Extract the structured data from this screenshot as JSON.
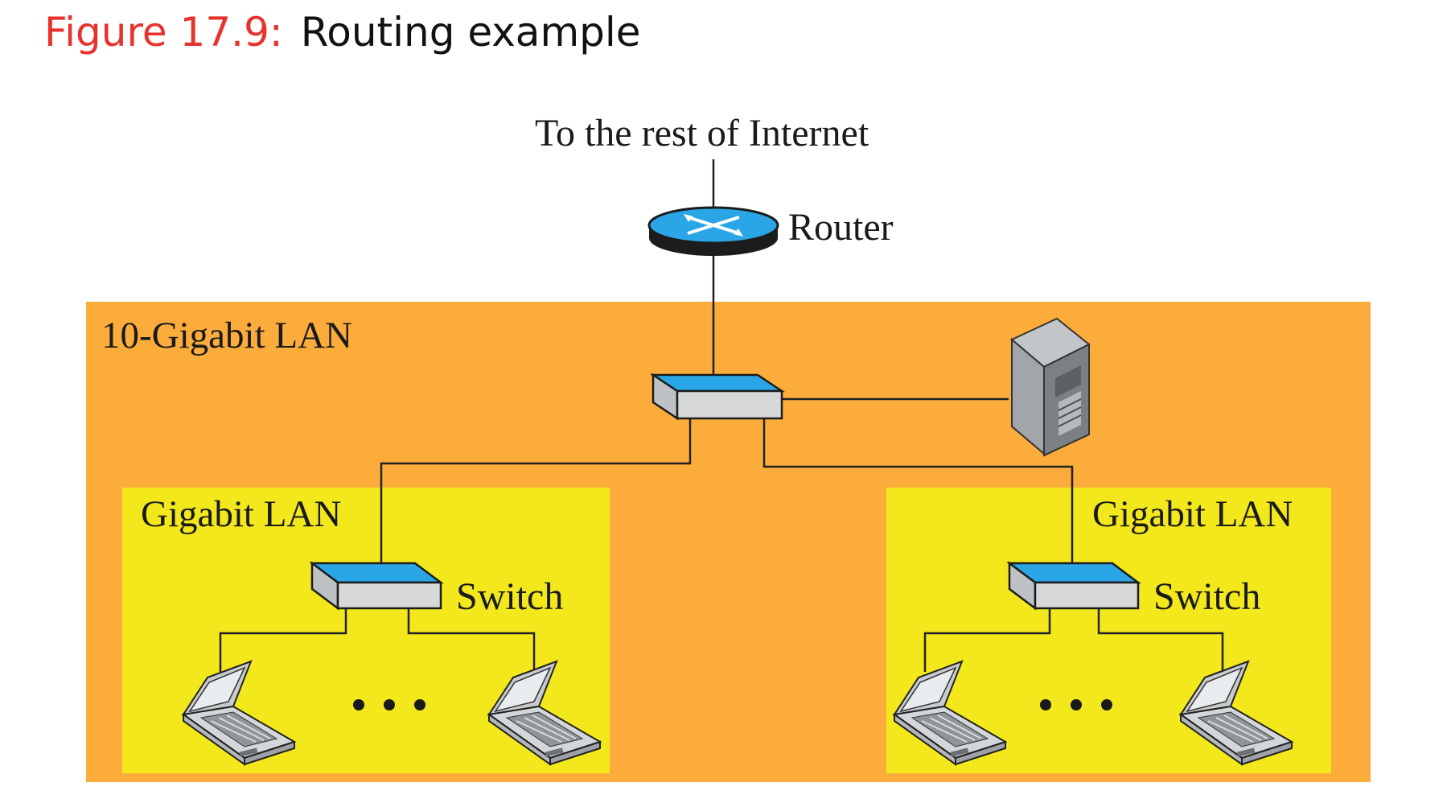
{
  "figure": {
    "number": "Figure 17.9:",
    "title": "Routing example"
  },
  "labels": {
    "internet": "To the rest of Internet",
    "router": "Router",
    "backbone_lan": "10-Gigabit LAN",
    "left_lan": "Gigabit LAN",
    "right_lan": "Gigabit LAN",
    "left_switch": "Switch",
    "right_switch": "Switch"
  },
  "colors": {
    "backbone_fill": "#fbac3b",
    "lan_fill": "#f2e81c",
    "device_top": "#2aa6e6",
    "device_body": "#d6d8da",
    "title_red": "#e8322d"
  }
}
